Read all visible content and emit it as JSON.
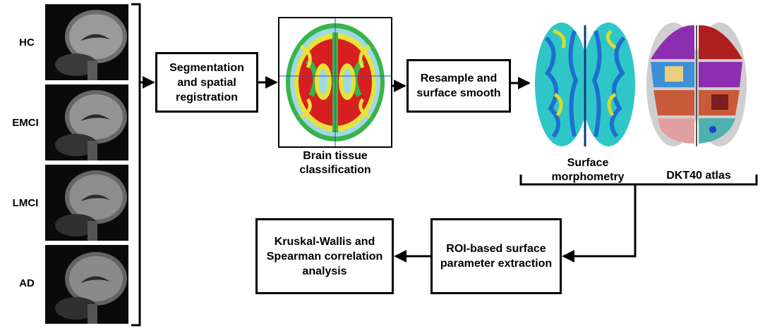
{
  "groups": [
    {
      "label": "HC"
    },
    {
      "label": "EMCI"
    },
    {
      "label": "LMCI"
    },
    {
      "label": "AD"
    }
  ],
  "steps": {
    "segmentation": "Segmentation\nand spatial\nregistration",
    "brain_tissue_caption": "Brain tissue\nclassification",
    "resample": "Resample and\nsurface smooth",
    "surface_caption": "Surface\nmorphometry",
    "atlas_caption": "DKT40 atlas",
    "roi": "ROI-based surface\nparameter extraction",
    "kruskal": "Kruskal-Wallis and\nSpearman correlation\nanalysis"
  },
  "colors": {
    "tissue_red": "#d81f1f",
    "tissue_green": "#38b44a",
    "tissue_yellow": "#e8e23a",
    "tissue_cyan": "#9fd8e8",
    "surface_blue": "#1f6fd0",
    "surface_cyan": "#2fc6c8",
    "surface_yellow": "#d6dc2a"
  }
}
